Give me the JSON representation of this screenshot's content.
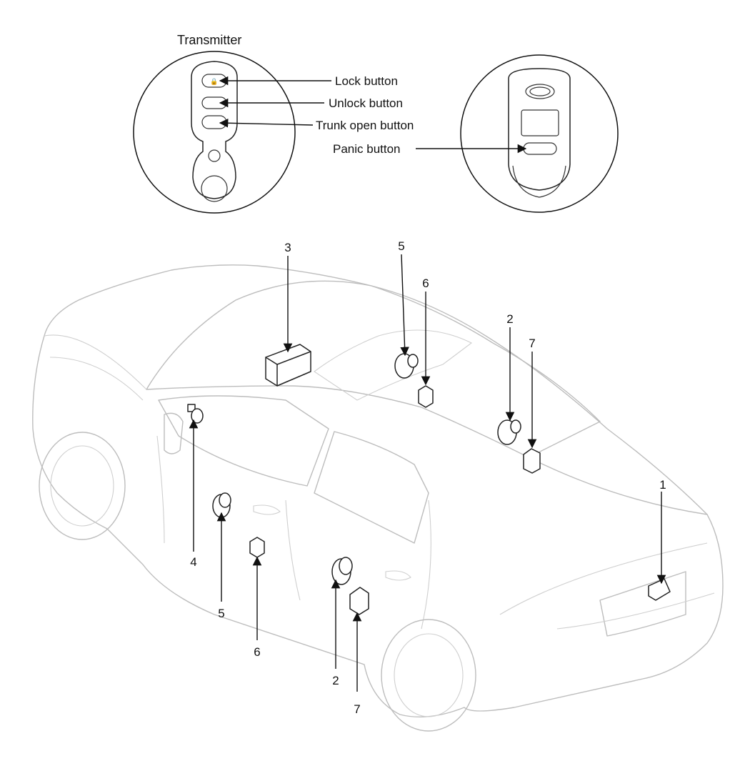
{
  "title": "Transmitter",
  "transmitter_labels": {
    "lock": "Lock button",
    "unlock": "Unlock button",
    "trunk": "Trunk open button",
    "panic": "Panic button"
  },
  "callouts": {
    "c1": "1",
    "c2a": "2",
    "c2b": "2",
    "c3": "3",
    "c4": "4",
    "c5a": "5",
    "c5b": "5",
    "c6a": "6",
    "c6b": "6",
    "c7a": "7",
    "c7b": "7"
  }
}
